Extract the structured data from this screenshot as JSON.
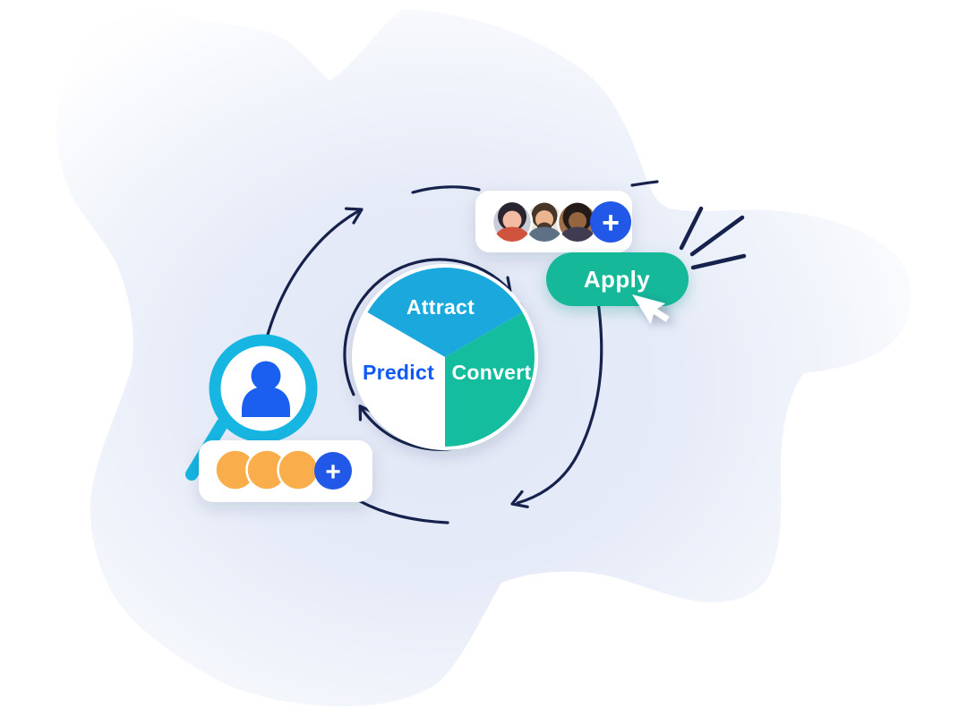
{
  "colors": {
    "background": "#FFFFFF",
    "blob_center": "#E2E8F6",
    "blob_edge": "#FDFEFF",
    "line_navy": "#16224C",
    "attract_cyan": "#1BA8DC",
    "convert_teal": "#14BD9E",
    "predict_white": "#FFFFFF",
    "predict_text_blue": "#0F5AF5",
    "apply_teal": "#17B89A",
    "primary_blue": "#2158E8",
    "person_blue": "#1A5FF0",
    "magnifier_cyan": "#17B5E2",
    "profile_orange": "#F9AE4B",
    "card_white": "#FFFFFF"
  },
  "cycle": {
    "slices": [
      {
        "label": "Attract",
        "color": "#1BA8DC",
        "text_color": "#FFFFFF"
      },
      {
        "label": "Convert",
        "color": "#14BD9E",
        "text_color": "#FFFFFF"
      },
      {
        "label": "Predict",
        "color": "#FFFFFF",
        "text_color": "#0F5AF5"
      }
    ]
  },
  "apply_button": {
    "label": "Apply"
  },
  "team_card": {
    "avatar_count": 3,
    "add_button_label": "+"
  },
  "profiles_card": {
    "profile_count": 3,
    "add_button_label": "+"
  }
}
